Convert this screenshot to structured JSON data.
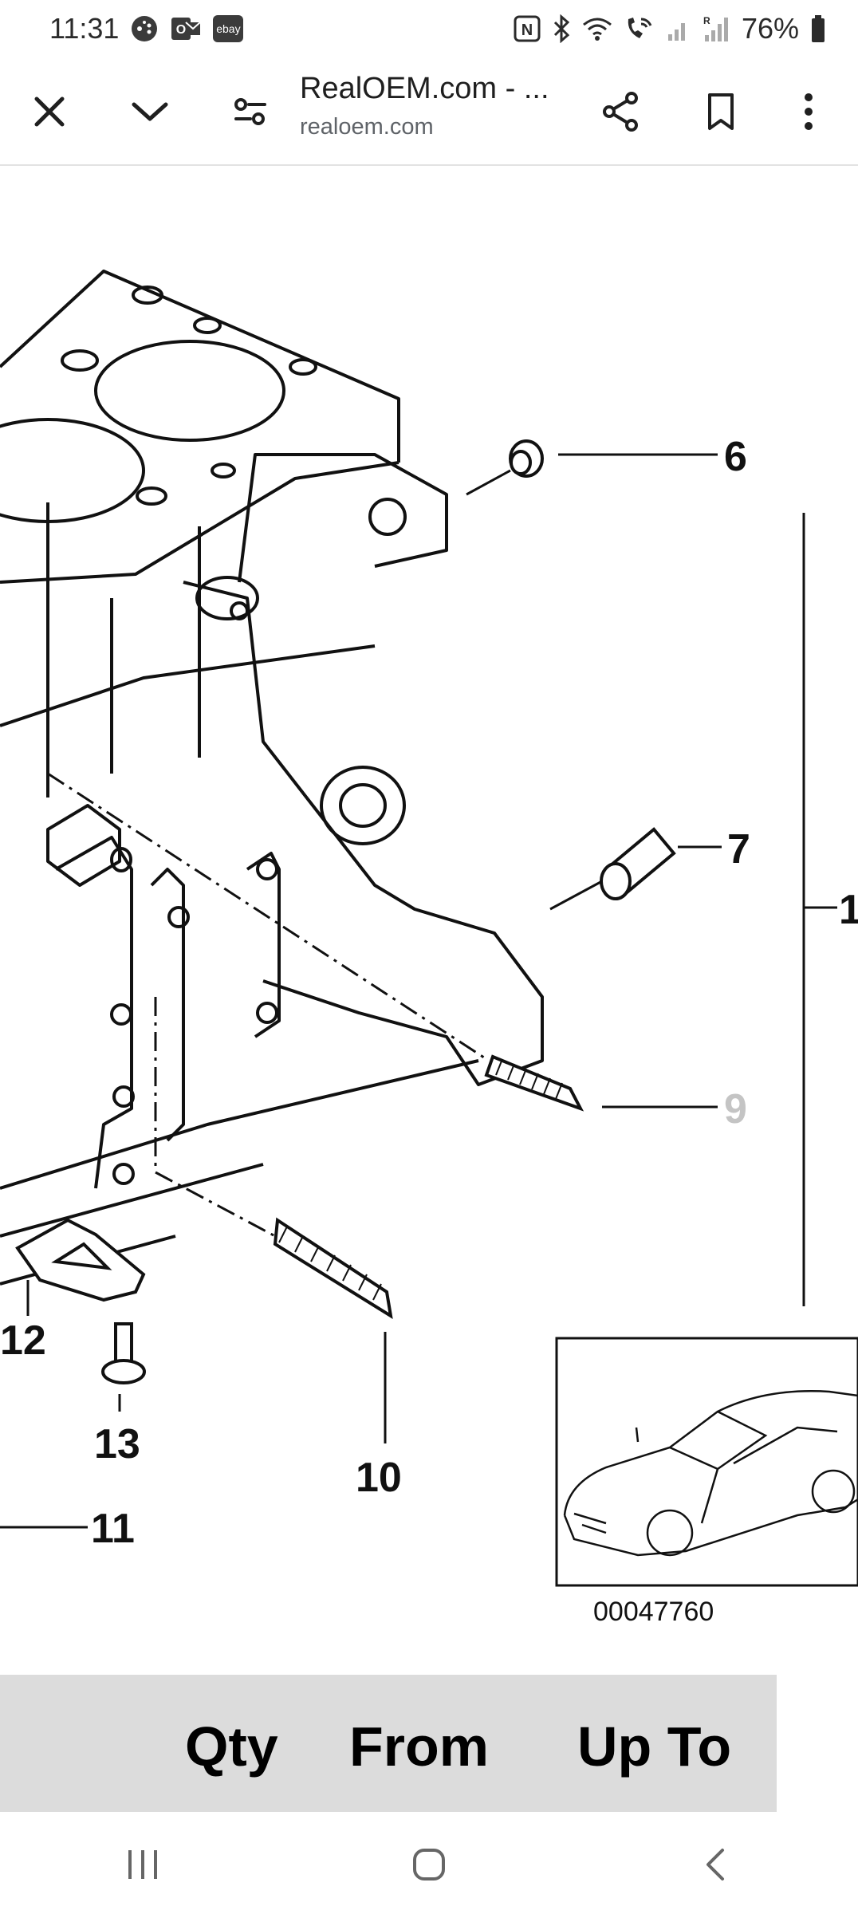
{
  "status_bar": {
    "time": "11:31",
    "battery": "76%",
    "left_icons": [
      "game-controller-icon",
      "outlook-icon",
      "ebay-icon"
    ],
    "right_icons": [
      "nfc-icon",
      "bluetooth-icon",
      "wifi-icon",
      "wifi-calling-icon",
      "signal-icon",
      "roaming-signal-icon",
      "battery-icon"
    ],
    "ebay_label": "ebay"
  },
  "toolbar": {
    "title": "RealOEM.com - ...",
    "domain": "realoem.com"
  },
  "diagram": {
    "callouts": {
      "c6": "6",
      "c7": "7",
      "c9": "9",
      "c10": "10",
      "c11": "11",
      "c12": "12",
      "c13": "13",
      "c1": "1"
    },
    "image_code": "00047760"
  },
  "table": {
    "headers": [
      "Qty",
      "From",
      "Up To"
    ]
  }
}
